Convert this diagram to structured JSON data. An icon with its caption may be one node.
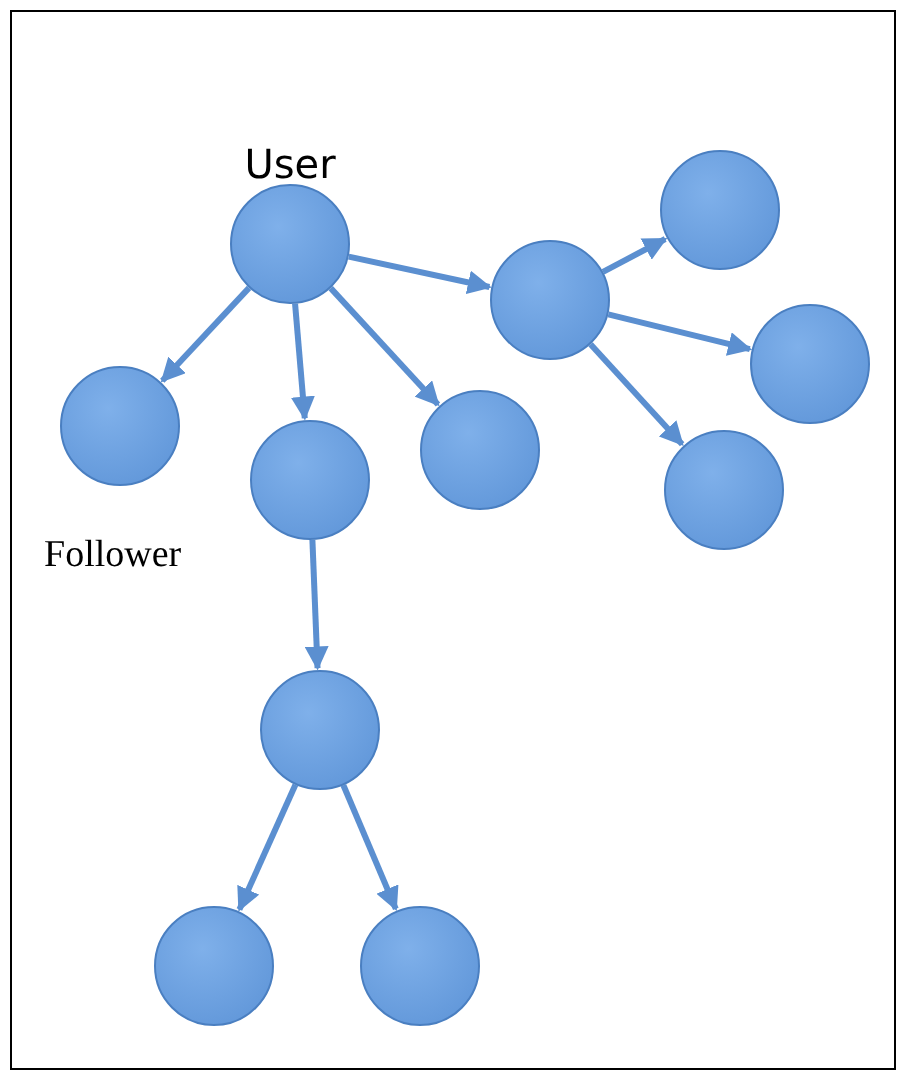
{
  "diagram": {
    "nodes": [
      {
        "text": [
          "User"
        ]
      },
      {
        "text": [],
        "shape": "circle"
      },
      {
        "text": [],
        "shape": "circle"
      },
      {
        "text": [],
        "shape": "circle"
      },
      {
        "text": [],
        "shape": "circle"
      },
      {
        "text": [],
        "shape": "circle"
      },
      {
        "text": [],
        "shape": "circle",
        "beside": [
          "Follower"
        ]
      },
      {
        "text": [],
        "shape": "circle"
      },
      {
        "text": [],
        "shape": "circle"
      },
      {
        "text": [],
        "shape": "circle"
      },
      {
        "text": [],
        "shape": "circle"
      }
    ],
    "edges": [
      {
        "from": 0,
        "to": 5,
        "arrow": "to"
      },
      {
        "from": 0,
        "to": 6,
        "arrow": "to"
      },
      {
        "from": 0,
        "to": 7,
        "arrow": "to"
      },
      {
        "from": 0,
        "to": 1,
        "arrow": "to"
      },
      {
        "from": 1,
        "to": 2,
        "arrow": "to"
      },
      {
        "from": 1,
        "to": 3,
        "arrow": "to"
      },
      {
        "from": 1,
        "to": 4,
        "arrow": "to"
      },
      {
        "from": 6,
        "to": 8,
        "arrow": "to"
      },
      {
        "from": 8,
        "to": 9,
        "arrow": "to"
      },
      {
        "from": 8,
        "to": 10,
        "arrow": "to"
      }
    ]
  }
}
